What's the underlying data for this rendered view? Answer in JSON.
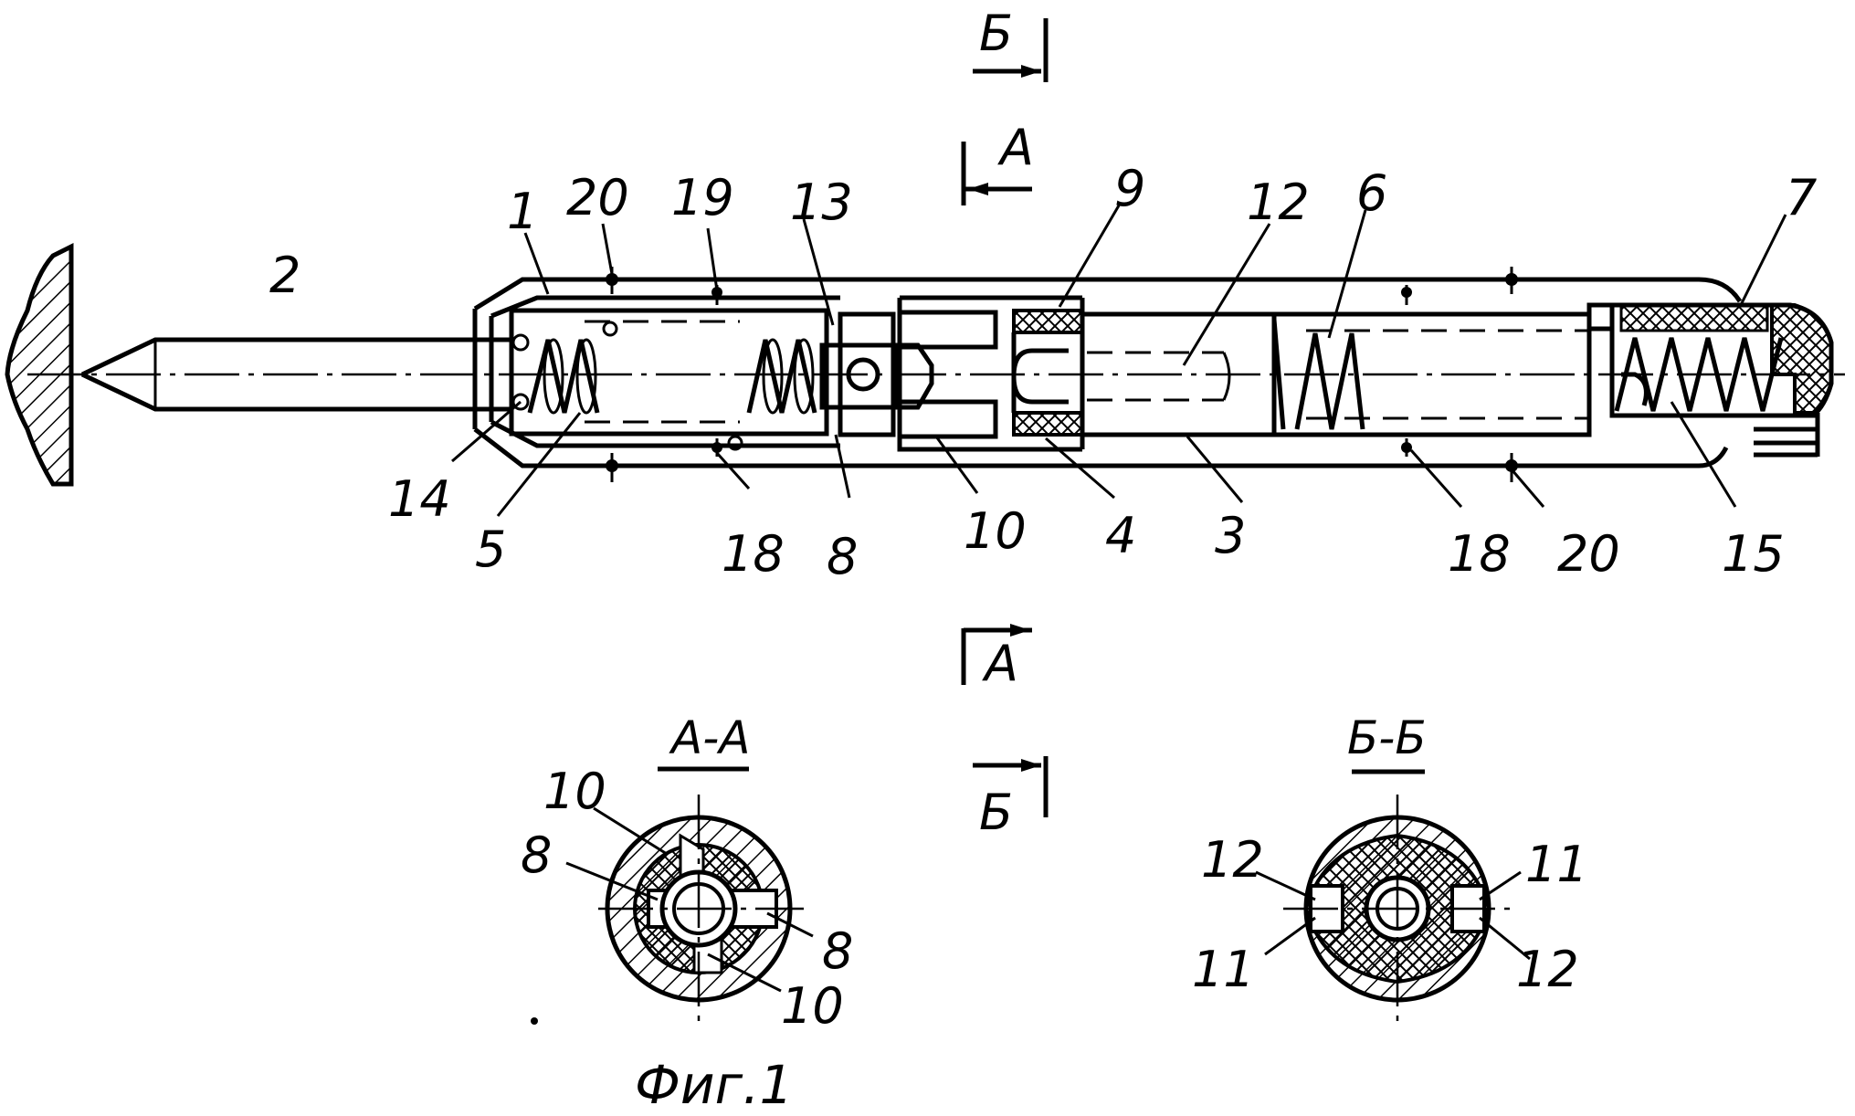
{
  "figure_caption": "Фиг.1",
  "section_marks": {
    "A_top": "А",
    "A_bottom": "А",
    "B_top": "Б",
    "B_bottom": "Б"
  },
  "section_titles": {
    "aa": "А-А",
    "bb": "Б-Б"
  },
  "callouts": {
    "n1": "1",
    "n2": "2",
    "n3": "3",
    "n4": "4",
    "n5": "5",
    "n6": "6",
    "n7": "7",
    "n8": "8",
    "n9": "9",
    "n10": "10",
    "n12": "12",
    "n13": "13",
    "n14": "14",
    "n15": "15",
    "n18a": "18",
    "n18b": "18",
    "n19": "19",
    "n20a": "20",
    "n20b": "20"
  },
  "section_aa_callouts": {
    "n10a": "10",
    "n8a": "8",
    "n8b": "8",
    "n10b": "10"
  },
  "section_bb_callouts": {
    "n12a": "12",
    "n11a": "11",
    "n11b": "11",
    "n12b": "12"
  }
}
